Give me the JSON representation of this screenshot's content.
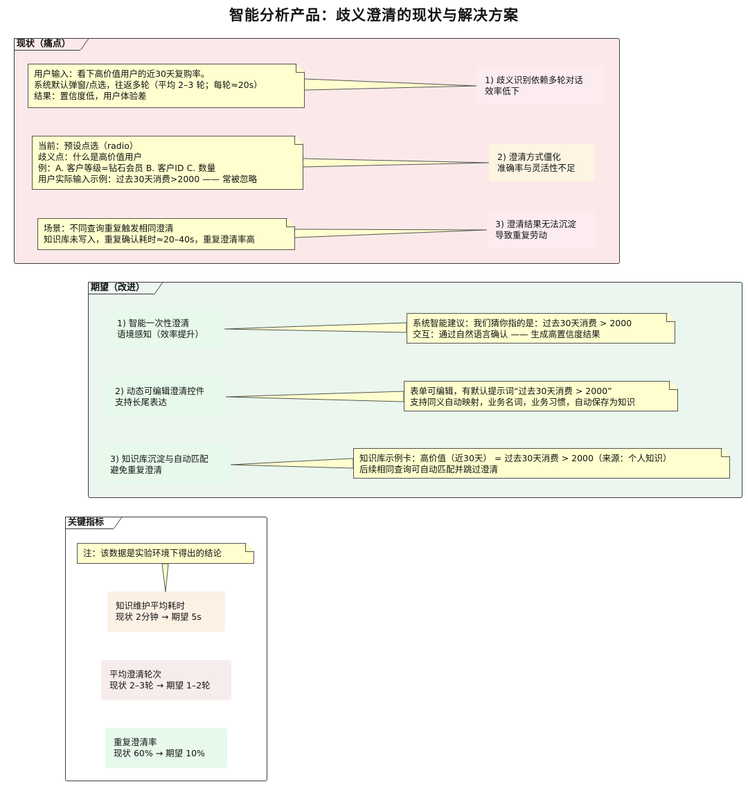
{
  "title": "智能分析产品：歧义澄清的现状与解决方案",
  "colors": {
    "current_bg": "#fbe9e9",
    "expect_bg": "#eaf6ee",
    "note_bg": "#fefece",
    "card_pink": "#fcecef",
    "card_yellow": "#fdf5e2",
    "card_green": "#e7f9ea",
    "card_orange": "#fdf1e4",
    "card_grey_pink": "#f7ecec"
  },
  "current": {
    "label": "现状（痛点）",
    "notes": [
      [
        "用户输入：看下高价值用户的近30天复购率。",
        "系统默认弹窗/点选，往返多轮（平均 2–3 轮；每轮≈20s）",
        "结果：置信度低，用户体验差"
      ],
      [
        "当前：预设点选（radio）",
        "歧义点：什么是高价值用户",
        "例：A. 客户等级=钻石会员 B. 客户ID C. 数量",
        "用户实际输入示例：过去30天消费>2000 —— 常被忽略"
      ],
      [
        "场景：不同查询重复触发相同澄清",
        "知识库未写入，重复确认耗时≈20–40s，重复澄清率高"
      ]
    ],
    "issues": [
      [
        "1) 歧义识别依赖多轮对话",
        "效率低下"
      ],
      [
        "2) 澄清方式僵化",
        "准确率与灵活性不足"
      ],
      [
        "3) 澄清结果无法沉淀",
        "导致重复劳动"
      ]
    ]
  },
  "expect": {
    "label": "期望（改进）",
    "items": [
      [
        "1) 智能一次性澄清",
        "语境感知（效率提升）"
      ],
      [
        "2) 动态可编辑澄清控件",
        "支持长尾表达"
      ],
      [
        "3) 知识库沉淀与自动匹配",
        "避免重复澄清"
      ]
    ],
    "notes": [
      [
        "系统智能建议：我们猜你指的是：过去30天消费 > 2000",
        "交互：通过自然语言确认 —— 生成高置信度结果"
      ],
      [
        "表单可编辑，有默认提示词“过去30天消费 > 2000”",
        "支持同义自动映射，业务名词，业务习惯，自动保存为知识"
      ],
      [
        "知识库示例卡：高价值（近30天） = 过去30天消费 > 2000（来源：个人知识）",
        "后续相同查询可自动匹配并跳过澄清"
      ]
    ]
  },
  "metrics": {
    "label": "关键指标",
    "note": "注：该数据是实验环境下得出的结论",
    "items": [
      [
        "知识维护平均耗时",
        "现状 2分钟 → 期望 5s"
      ],
      [
        "平均澄清轮次",
        "现状 2–3轮 → 期望 1–2轮"
      ],
      [
        "重复澄清率",
        "现状 60% → 期望 10%"
      ]
    ]
  }
}
